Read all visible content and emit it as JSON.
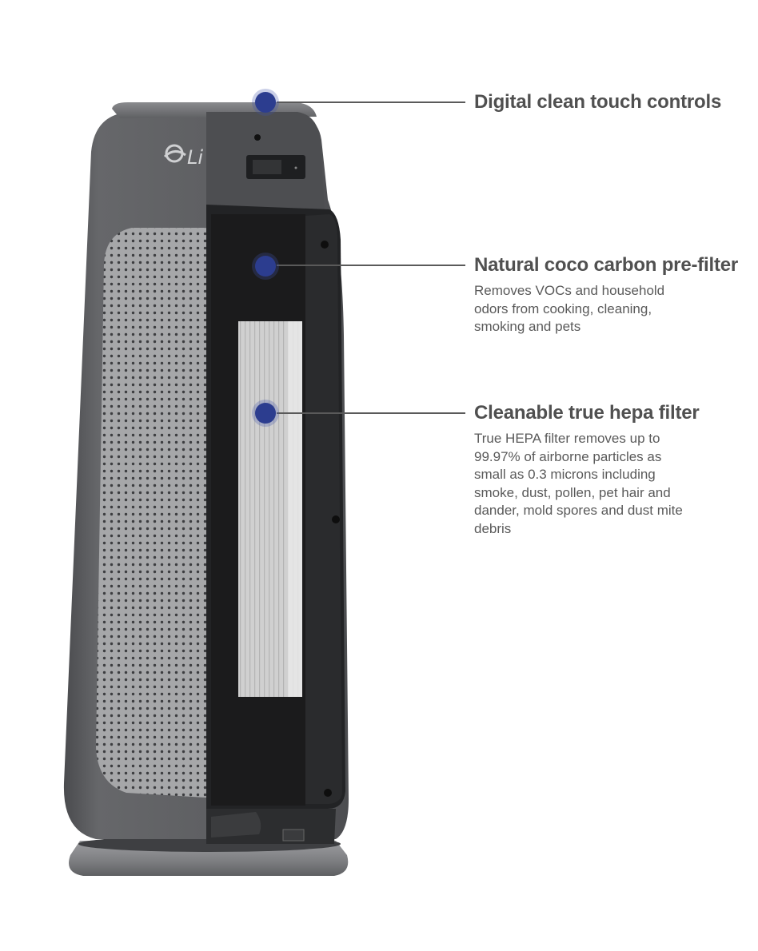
{
  "colors": {
    "callout_dot": "#2c3d8f",
    "heading_text": "#505050",
    "body_text": "#5a5a5a",
    "device_shell": "#5b5c5f",
    "filter_frame": "#262626"
  },
  "brand": {
    "logo_text": "Li"
  },
  "features": [
    {
      "title": "Digital clean touch controls",
      "description": ""
    },
    {
      "title": "Natural coco carbon pre-filter",
      "description": "Removes VOCs and household odors from cooking, cleaning, smoking and pets"
    },
    {
      "title": "Cleanable true hepa filter",
      "description": "True HEPA filter removes up to 99.97% of airborne particles as small as 0.3 microns including smoke, dust, pollen, pet hair and dander, mold spores and dust mite debris"
    }
  ]
}
